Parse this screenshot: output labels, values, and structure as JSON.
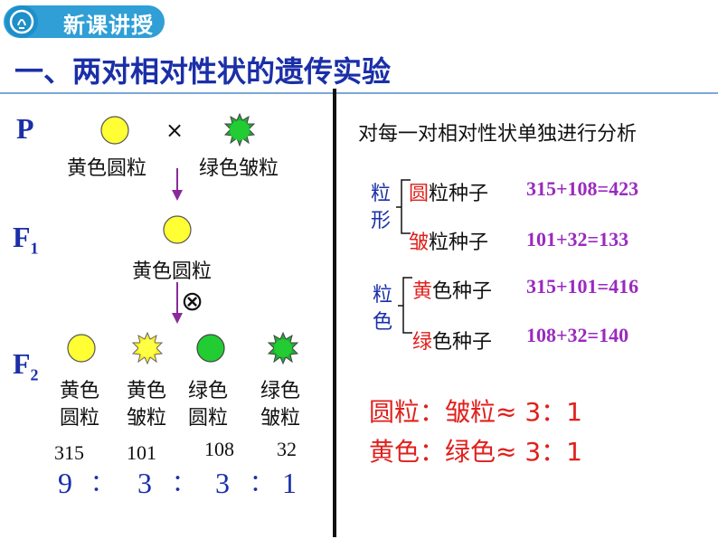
{
  "header": {
    "badge_label": "新课讲授",
    "icon": "lightbulb-icon"
  },
  "section_title": "一、两对相对性状的遗传实验",
  "left": {
    "p_label": "P",
    "cross_symbol": "×",
    "parent1": "黄色圆粒",
    "parent2": "绿色皱粒",
    "f1_label": "F",
    "f1_sub": "1",
    "f1_pheno": "黄色圆粒",
    "self_symbol": "⊗",
    "f2_label": "F",
    "f2_sub": "2",
    "f2": [
      {
        "line1": "黄色",
        "line2": "圆粒",
        "count": "315",
        "ratio": "9"
      },
      {
        "line1": "黄色",
        "line2": "皱粒",
        "count": "101",
        "ratio": "3"
      },
      {
        "line1": "绿色",
        "line2": "圆粒",
        "count": "108",
        "ratio": "3"
      },
      {
        "line1": "绿色",
        "line2": "皱粒",
        "count": "32",
        "ratio": "1"
      }
    ],
    "colon": "："
  },
  "right": {
    "heading": "对每一对相对性状单独进行分析",
    "groups": [
      {
        "label1": "粒",
        "label2": "形",
        "rows": [
          {
            "accent": "圆",
            "rest": "粒种子",
            "calc": "315+108=423"
          },
          {
            "accent": "皱",
            "rest": "粒种子",
            "calc": "101+32=133"
          }
        ]
      },
      {
        "label1": "粒",
        "label2": "色",
        "rows": [
          {
            "accent": "黄",
            "rest": "色种子",
            "calc": "315+101=416"
          },
          {
            "accent": "绿",
            "rest": "色种子",
            "calc": "108+32=140"
          }
        ]
      }
    ],
    "conclusions": [
      "圆粒：皱粒≈ 3：1",
      "黄色：绿色≈ 3：1"
    ]
  },
  "colors": {
    "yellow_pea": "#ffff33",
    "green_pea": "#22bb33",
    "title_blue": "#1a2fa8",
    "accent_red": "#e0201c",
    "calc_purple": "#9a2abf"
  }
}
